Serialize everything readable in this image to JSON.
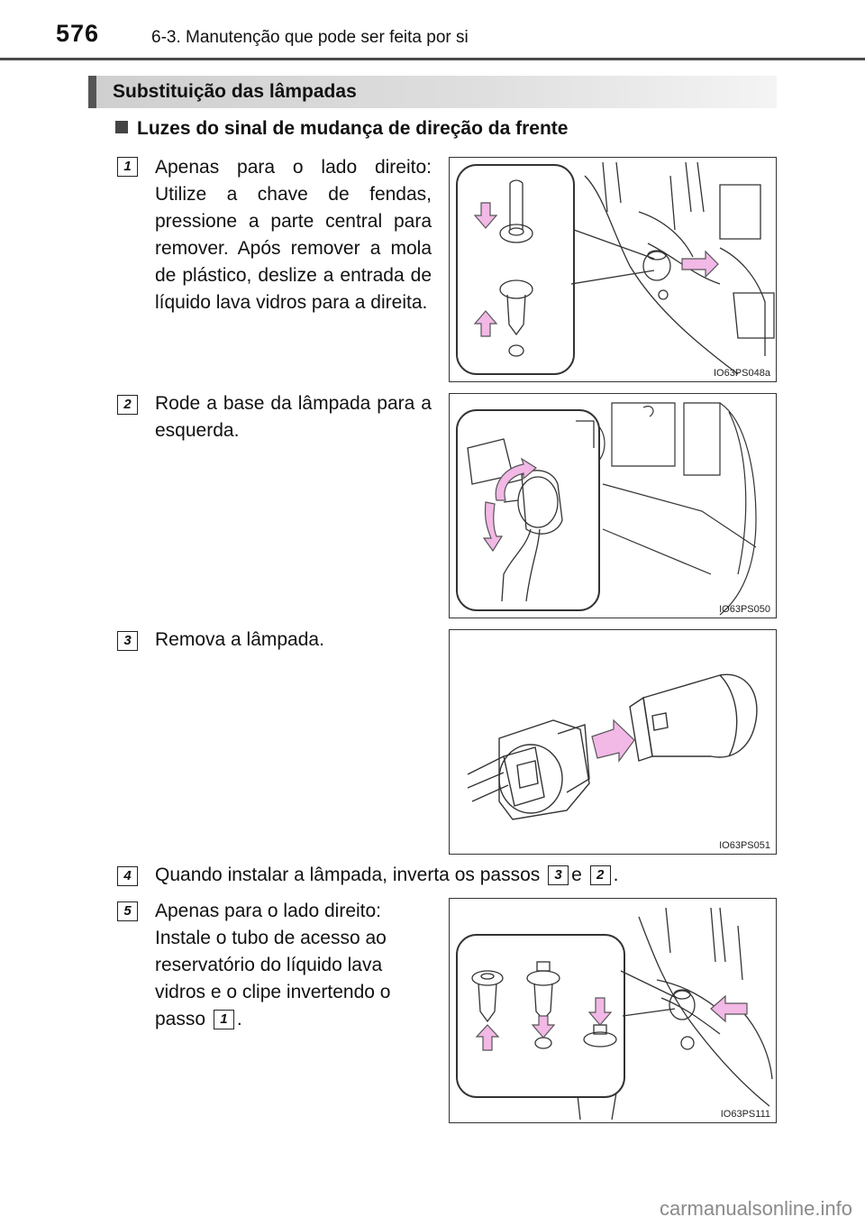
{
  "header": {
    "page_number": "576",
    "chapter": "6-3. Manutenção que pode ser feita por si"
  },
  "section": {
    "title": "Substituição das lâmpadas"
  },
  "subheading": "Luzes do sinal de mudança de direção da frente",
  "steps": [
    {
      "num": "1",
      "text": "Apenas para o lado direito: Utilize a chave de fendas, pressione a parte central para remover. Após remover a mola de plástico, deslize a entrada de líquido lava vidros para a direita.",
      "figure_code": "IO63PS048a"
    },
    {
      "num": "2",
      "text": "Rode a base da lâmpada para a esquerda.",
      "figure_code": "IO63PS050"
    },
    {
      "num": "3",
      "text": "Remova a lâmpada.",
      "figure_code": "IO63PS051"
    },
    {
      "num": "4",
      "text_before": "Quando instalar a lâmpada, inverta os passos",
      "ref_a": "3",
      "text_mid": "e",
      "ref_b": "2",
      "text_after": "."
    },
    {
      "num": "5",
      "text_before": "Apenas para o lado direito: Instale o tubo de acesso ao reservatório do líquido lava vidros e o clipe invertendo o passo",
      "ref": "1",
      "text_after": ".",
      "figure_code": "IO63PS111"
    }
  ],
  "watermark": "carmanualsonline.info",
  "colors": {
    "arrow_fill": "#f2b8e6",
    "arrow_stroke": "#555555",
    "header_bar": "#d4d4d4"
  }
}
